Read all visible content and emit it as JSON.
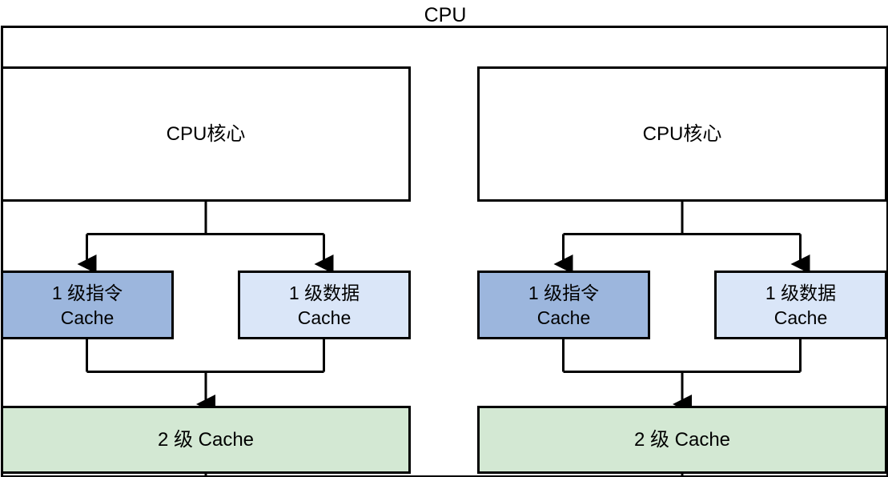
{
  "diagram": {
    "title": "CPU",
    "type": "block-diagram",
    "description": "CPU cache hierarchy with two cores, each with split L1 instruction/data caches feeding a per-core L2 cache",
    "colors": {
      "background": "#ffffff",
      "stroke": "#000000",
      "cpu_outer_fill": "#ffffff",
      "core_fill": "#ffffff",
      "l1_instruction_fill": "#9cb6dd",
      "l1_data_fill": "#dae6f8",
      "l2_fill": "#d3e8d3"
    },
    "cores": [
      {
        "id": "core-0",
        "core_label": "CPU核心",
        "l1_instruction_label": "1 级指令\nCache",
        "l1_data_label": "1 级数据\nCache",
        "l2_label": "2 级 Cache"
      },
      {
        "id": "core-1",
        "core_label": "CPU核心",
        "l1_instruction_label": "1 级指令\nCache",
        "l1_data_label": "1 级数据\nCache",
        "l2_label": "2 级 Cache"
      }
    ]
  }
}
